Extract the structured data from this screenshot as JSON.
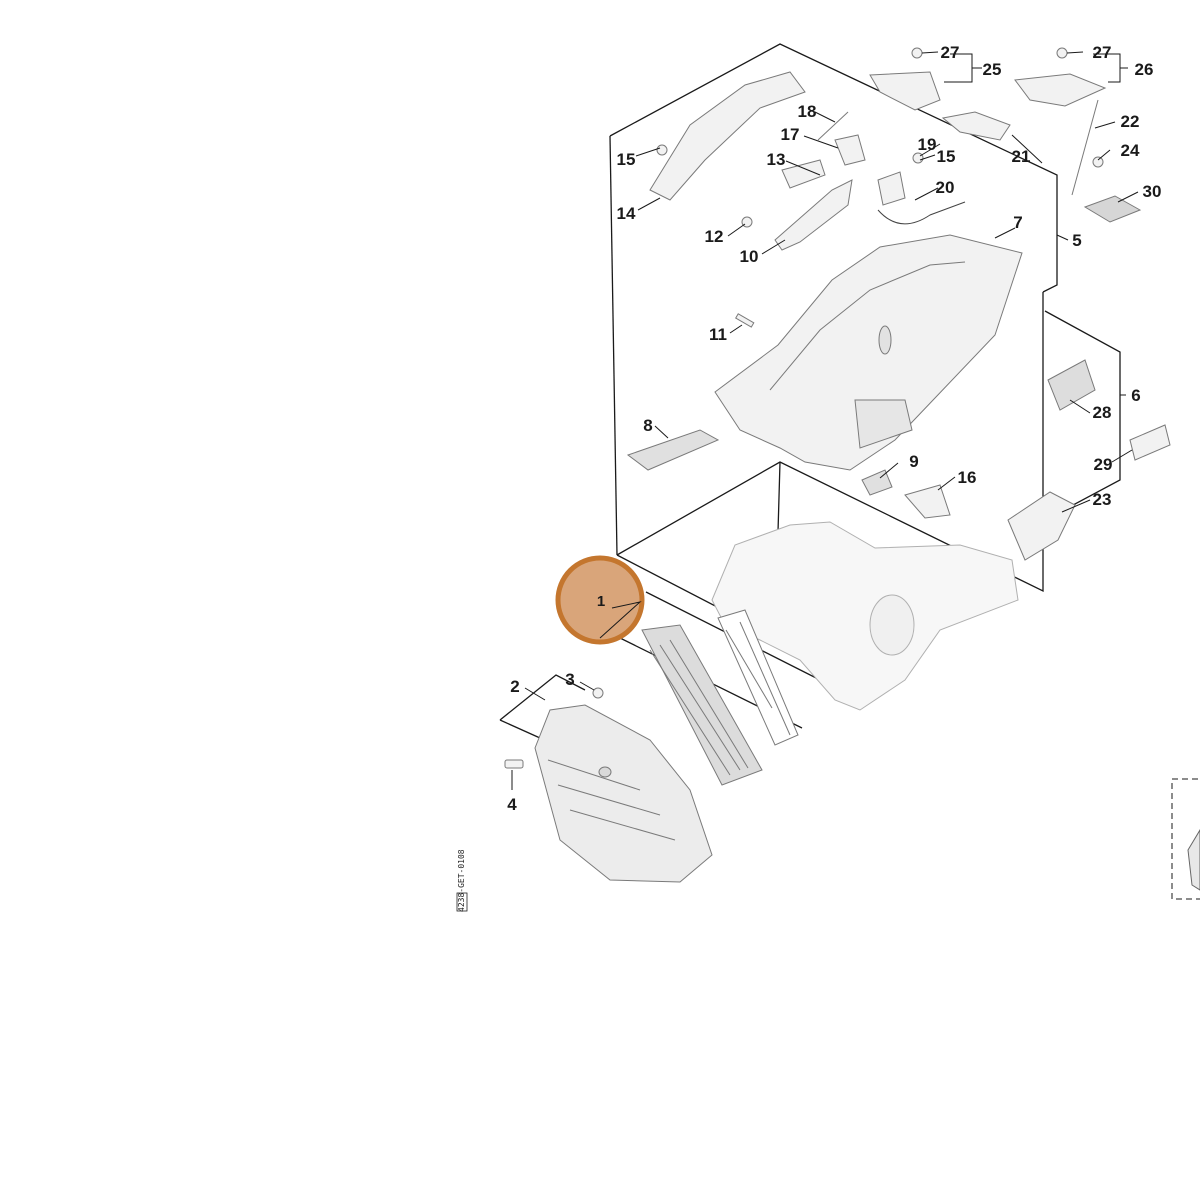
{
  "diagram": {
    "highlighted_part": "1",
    "callouts": [
      {
        "label": "1"
      },
      {
        "label": "2"
      },
      {
        "label": "3"
      },
      {
        "label": "4"
      },
      {
        "label": "5"
      },
      {
        "label": "6"
      },
      {
        "label": "7"
      },
      {
        "label": "8"
      },
      {
        "label": "9"
      },
      {
        "label": "10"
      },
      {
        "label": "11"
      },
      {
        "label": "12"
      },
      {
        "label": "13"
      },
      {
        "label": "14"
      },
      {
        "label": "15"
      },
      {
        "label": "15"
      },
      {
        "label": "16"
      },
      {
        "label": "17"
      },
      {
        "label": "18"
      },
      {
        "label": "19"
      },
      {
        "label": "20"
      },
      {
        "label": "21"
      },
      {
        "label": "22"
      },
      {
        "label": "23"
      },
      {
        "label": "24"
      },
      {
        "label": "25"
      },
      {
        "label": "26"
      },
      {
        "label": "27"
      },
      {
        "label": "27"
      },
      {
        "label": "28"
      },
      {
        "label": "29"
      },
      {
        "label": "30"
      }
    ],
    "reference_code": "4238-GET-0108"
  },
  "colors": {
    "line": "#1a1a1a",
    "part_fill": "#f2f2f2",
    "part_stroke": "#7a7a7a",
    "highlight_fill": "#d9a57a",
    "highlight_stroke": "#c4762e"
  }
}
